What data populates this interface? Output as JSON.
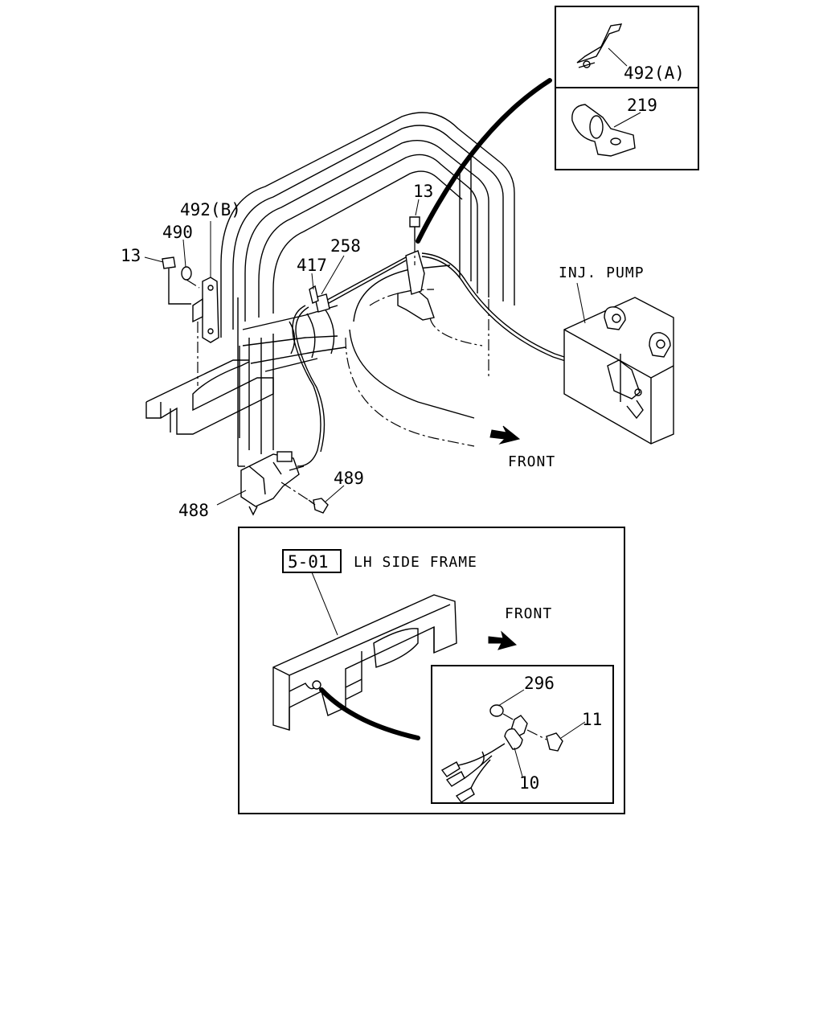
{
  "labels": {
    "p492a": "492(A)",
    "p219": "219",
    "p492b": "492(B)",
    "p490": "490",
    "p13a": "13",
    "p13b": "13",
    "p258": "258",
    "p417": "417",
    "inj_pump": "INJ. PUMP",
    "front_top": "FRONT",
    "p489": "489",
    "p488": "488",
    "ref_box": "5-01",
    "lh_side_frame": "LH SIDE FRAME",
    "front_inset": "FRONT",
    "p296": "296",
    "p11": "11",
    "p10": "10"
  }
}
